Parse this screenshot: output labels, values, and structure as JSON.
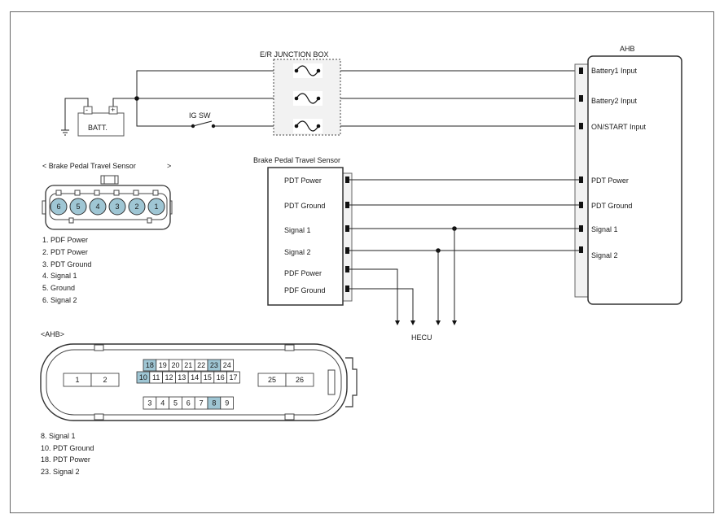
{
  "junction_box": {
    "title": "E/R JUNCTION BOX"
  },
  "battery": {
    "label": "BATT.",
    "minus": "-",
    "plus": "+"
  },
  "ig_switch": {
    "label": "IG SW"
  },
  "ahb": {
    "title": "AHB",
    "pins": [
      "Battery1 Input",
      "Battery2 Input",
      "ON/START Input",
      "PDT Power",
      "PDT Ground",
      "Signal 1",
      "Signal 2"
    ]
  },
  "sensor_box": {
    "title": "Brake Pedal Travel Sensor",
    "pins": [
      "PDT Power",
      "PDT Ground",
      "Signal 1",
      "Signal 2",
      "PDF Power",
      "PDF Ground"
    ]
  },
  "hecu": {
    "label": "HECU"
  },
  "sensor_connector": {
    "title_open": "< Brake Pedal Travel Sensor",
    "title_close": ">",
    "pins": [
      "6",
      "5",
      "4",
      "3",
      "2",
      "1"
    ],
    "legend": [
      "1.  PDF Power",
      "2. PDT Power",
      "3. PDT Ground",
      "4.  Signal 1",
      "5.  Ground",
      "6.  Signal 2"
    ]
  },
  "ahb_connector": {
    "title": "<AHB>",
    "left_cells": [
      "1",
      "2"
    ],
    "right_cells": [
      "25",
      "26"
    ],
    "row1": [
      "18",
      "19",
      "20",
      "21",
      "22",
      "23",
      "24"
    ],
    "row2": [
      "10",
      "11",
      "12",
      "13",
      "14",
      "15",
      "16",
      "17"
    ],
    "row3": [
      "3",
      "4",
      "5",
      "6",
      "7",
      "8",
      "9"
    ],
    "highlight": [
      "8",
      "10",
      "18",
      "23"
    ],
    "legend": [
      "8.  Signal 1",
      "10.   PDT Ground",
      "18. PDT Power",
      "23. Signal 2"
    ]
  },
  "colors": {
    "pin_fill": "#9fc6d4",
    "line": "#222222"
  }
}
